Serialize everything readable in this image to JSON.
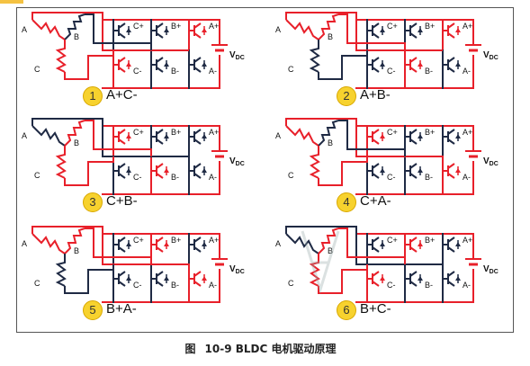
{
  "figure": {
    "caption_prefix": "图",
    "caption_text": "10-9 BLDC 电机驱动原理",
    "colors": {
      "active": "#e8202a",
      "inactive": "#1f2a44",
      "badge": "#f7d22e"
    }
  },
  "labels": {
    "phase_a": "A",
    "phase_b": "B",
    "phase_c": "C",
    "c_plus": "C+",
    "b_plus": "B+",
    "a_plus": "A+",
    "c_minus": "C-",
    "b_minus": "B-",
    "a_minus": "A-",
    "vdc_v": "V",
    "vdc_sub": "DC"
  },
  "steps": [
    {
      "num": "1",
      "combo": "A+C-",
      "hi": "A",
      "lo": "C"
    },
    {
      "num": "2",
      "combo": "A+B-",
      "hi": "A",
      "lo": "B"
    },
    {
      "num": "3",
      "combo": "C+B-",
      "hi": "C",
      "lo": "B"
    },
    {
      "num": "4",
      "combo": "C+A-",
      "hi": "C",
      "lo": "A"
    },
    {
      "num": "5",
      "combo": "B+A-",
      "hi": "B",
      "lo": "A"
    },
    {
      "num": "6",
      "combo": "B+C-",
      "hi": "B",
      "lo": "C"
    }
  ]
}
